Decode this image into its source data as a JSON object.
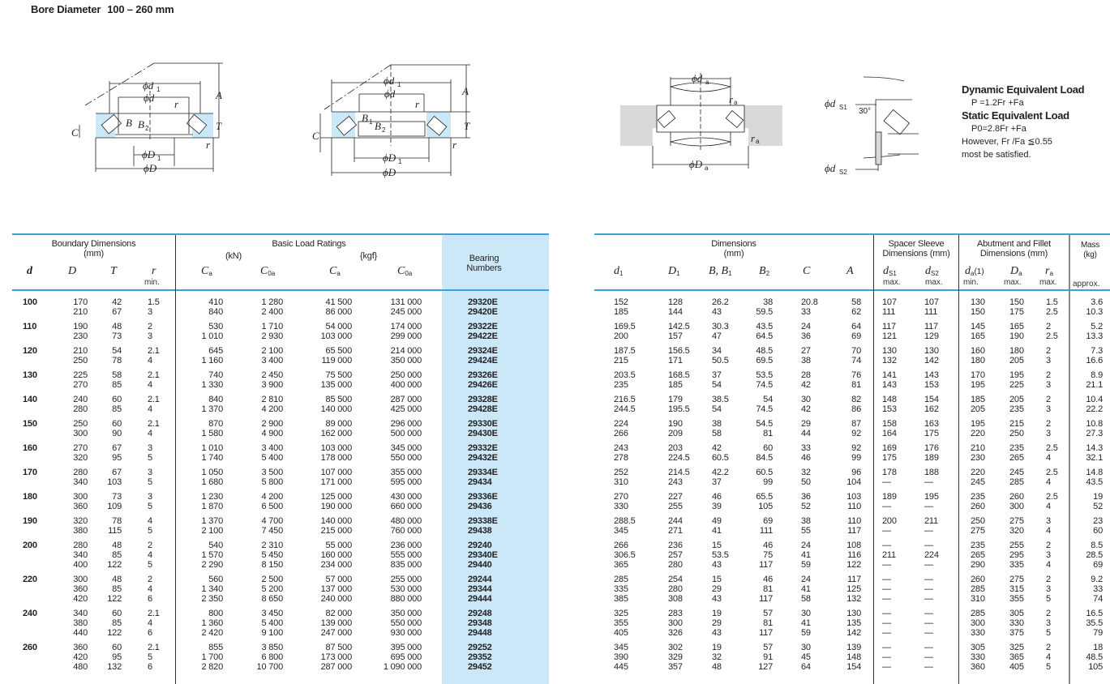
{
  "title": {
    "label": "Bore Diameter",
    "range": "100 – 260 mm"
  },
  "diagrams": {
    "d1": "ϕd",
    "d1_sub": "1",
    "d": "ϕd",
    "r": "r",
    "A": "A",
    "T": "T",
    "C": "C",
    "B": "B",
    "B2": "B",
    "B2_sub": "2",
    "B1": "B",
    "B1_sub": "1",
    "D1": "ϕD",
    "D1_sub": "1",
    "D": "ϕD",
    "da": "ϕd",
    "da_sub": "a",
    "ra": "r",
    "ra_sub": "a",
    "Da": "ϕD",
    "Da_sub": "a",
    "ds1": "ϕd",
    "ds1_sub": "S1",
    "ds2": "ϕd",
    "ds2_sub": "S2",
    "angle": "30°"
  },
  "formula": {
    "dynamic_title": "Dynamic Equivalent Load",
    "dynamic_eq": "P =1.2Fr +Fa",
    "static_title": "Static Equivalent Load",
    "static_eq": "P0=2.8Fr +Fa",
    "condition": "However, Fr /Fa ≦0.55",
    "condition2": "most be satisfied."
  },
  "left_header": {
    "boundary": "Boundary Dimensions",
    "boundary_unit": "(mm)",
    "ratings": "Basic Load Ratings",
    "kn": "(kN)",
    "kgf": "{kgf}",
    "bearing1": "Bearing",
    "bearing2": "Numbers",
    "d": "d",
    "D": "D",
    "T": "T",
    "r": "r",
    "r_note": "min.",
    "Ca": "C",
    "Ca_sub": "a",
    "C0a": "C",
    "C0a_sub": "0a"
  },
  "right_header": {
    "dims": "Dimensions",
    "dims_unit": "(mm)",
    "spacer1": "Spacer Sleeve",
    "spacer2": "Dimensions (mm)",
    "abut1": "Abutment and Fillet",
    "abut2": "Dimensions (mm)",
    "mass1": "Mass",
    "mass2": "(kg)",
    "d1": "d",
    "d1_sub": "1",
    "D1": "D",
    "D1_sub": "1",
    "BB1": "B, B",
    "BB1_sub": "1",
    "B2": "B",
    "B2_sub": "2",
    "C": "C",
    "A": "A",
    "ds1": "d",
    "ds1_sub": "S1",
    "ds2": "d",
    "ds2_sub": "S2",
    "da": "d",
    "da_sub": "a",
    "da_note": "(1)",
    "Da": "D",
    "Da_sub": "a",
    "ra": "r",
    "ra_sub": "a",
    "max": "max.",
    "min": "min.",
    "approx": "approx."
  },
  "groups": [
    {
      "d": "100",
      "rows": [
        [
          "170",
          "42",
          "1.5",
          "410",
          "1 280",
          "41 500",
          "131 000",
          "29320E",
          "152",
          "128",
          "26.2",
          "38",
          "20.8",
          "58",
          "107",
          "107",
          "130",
          "150",
          "1.5",
          "3.6"
        ],
        [
          "210",
          "67",
          "3",
          "840",
          "2 400",
          "86 000",
          "245 000",
          "29420E",
          "185",
          "144",
          "43",
          "59.5",
          "33",
          "62",
          "111",
          "111",
          "150",
          "175",
          "2.5",
          "10.3"
        ]
      ]
    },
    {
      "d": "110",
      "rows": [
        [
          "190",
          "48",
          "2",
          "530",
          "1 710",
          "54 000",
          "174 000",
          "29322E",
          "169.5",
          "142.5",
          "30.3",
          "43.5",
          "24",
          "64",
          "117",
          "117",
          "145",
          "165",
          "2",
          "5.2"
        ],
        [
          "230",
          "73",
          "3",
          "1 010",
          "2 930",
          "103 000",
          "299 000",
          "29422E",
          "200",
          "157",
          "47",
          "64.5",
          "36",
          "69",
          "121",
          "129",
          "165",
          "190",
          "2.5",
          "13.3"
        ]
      ]
    },
    {
      "d": "120",
      "rows": [
        [
          "210",
          "54",
          "2.1",
          "645",
          "2 100",
          "65 500",
          "214 000",
          "29324E",
          "187.5",
          "156.5",
          "34",
          "48.5",
          "27",
          "70",
          "130",
          "130",
          "160",
          "180",
          "2",
          "7.3"
        ],
        [
          "250",
          "78",
          "4",
          "1 160",
          "3 400",
          "119 000",
          "350 000",
          "29424E",
          "215",
          "171",
          "50.5",
          "69.5",
          "38",
          "74",
          "132",
          "142",
          "180",
          "205",
          "3",
          "16.6"
        ]
      ]
    },
    {
      "d": "130",
      "rows": [
        [
          "225",
          "58",
          "2.1",
          "740",
          "2 450",
          "75 500",
          "250 000",
          "29326E",
          "203.5",
          "168.5",
          "37",
          "53.5",
          "28",
          "76",
          "141",
          "143",
          "170",
          "195",
          "2",
          "8.9"
        ],
        [
          "270",
          "85",
          "4",
          "1 330",
          "3 900",
          "135 000",
          "400 000",
          "29426E",
          "235",
          "185",
          "54",
          "74.5",
          "42",
          "81",
          "143",
          "153",
          "195",
          "225",
          "3",
          "21.1"
        ]
      ]
    },
    {
      "d": "140",
      "rows": [
        [
          "240",
          "60",
          "2.1",
          "840",
          "2 810",
          "85 500",
          "287 000",
          "29328E",
          "216.5",
          "179",
          "38.5",
          "54",
          "30",
          "82",
          "148",
          "154",
          "185",
          "205",
          "2",
          "10.4"
        ],
        [
          "280",
          "85",
          "4",
          "1 370",
          "4 200",
          "140 000",
          "425 000",
          "29428E",
          "244.5",
          "195.5",
          "54",
          "74.5",
          "42",
          "86",
          "153",
          "162",
          "205",
          "235",
          "3",
          "22.2"
        ]
      ]
    },
    {
      "d": "150",
      "rows": [
        [
          "250",
          "60",
          "2.1",
          "870",
          "2 900",
          "89 000",
          "296 000",
          "29330E",
          "224",
          "190",
          "38",
          "54.5",
          "29",
          "87",
          "158",
          "163",
          "195",
          "215",
          "2",
          "10.8"
        ],
        [
          "300",
          "90",
          "4",
          "1 580",
          "4 900",
          "162 000",
          "500 000",
          "29430E",
          "266",
          "209",
          "58",
          "81",
          "44",
          "92",
          "164",
          "175",
          "220",
          "250",
          "3",
          "27.3"
        ]
      ]
    },
    {
      "d": "160",
      "rows": [
        [
          "270",
          "67",
          "3",
          "1 010",
          "3 400",
          "103 000",
          "345 000",
          "29332E",
          "243",
          "203",
          "42",
          "60",
          "33",
          "92",
          "169",
          "176",
          "210",
          "235",
          "2.5",
          "14.3"
        ],
        [
          "320",
          "95",
          "5",
          "1 740",
          "5 400",
          "178 000",
          "550 000",
          "29432E",
          "278",
          "224.5",
          "60.5",
          "84.5",
          "46",
          "99",
          "175",
          "189",
          "230",
          "265",
          "4",
          "32.1"
        ]
      ]
    },
    {
      "d": "170",
      "rows": [
        [
          "280",
          "67",
          "3",
          "1 050",
          "3 500",
          "107 000",
          "355 000",
          "29334E",
          "252",
          "214.5",
          "42.2",
          "60.5",
          "32",
          "96",
          "178",
          "188",
          "220",
          "245",
          "2.5",
          "14.8"
        ],
        [
          "340",
          "103",
          "5",
          "1 680",
          "5 800",
          "171 000",
          "595 000",
          "29434",
          "310",
          "243",
          "37",
          "99",
          "50",
          "104",
          "—",
          "—",
          "245",
          "285",
          "4",
          "43.5"
        ]
      ]
    },
    {
      "d": "180",
      "rows": [
        [
          "300",
          "73",
          "3",
          "1 230",
          "4 200",
          "125 000",
          "430 000",
          "29336E",
          "270",
          "227",
          "46",
          "65.5",
          "36",
          "103",
          "189",
          "195",
          "235",
          "260",
          "2.5",
          "19"
        ],
        [
          "360",
          "109",
          "5",
          "1 870",
          "6 500",
          "190 000",
          "660 000",
          "29436",
          "330",
          "255",
          "39",
          "105",
          "52",
          "110",
          "—",
          "—",
          "260",
          "300",
          "4",
          "52"
        ]
      ]
    },
    {
      "d": "190",
      "rows": [
        [
          "320",
          "78",
          "4",
          "1 370",
          "4 700",
          "140 000",
          "480 000",
          "29338E",
          "288.5",
          "244",
          "49",
          "69",
          "38",
          "110",
          "200",
          "211",
          "250",
          "275",
          "3",
          "23"
        ],
        [
          "380",
          "115",
          "5",
          "2 100",
          "7 450",
          "215 000",
          "760 000",
          "29438",
          "345",
          "271",
          "41",
          "111",
          "55",
          "117",
          "—",
          "—",
          "275",
          "320",
          "4",
          "60"
        ]
      ]
    },
    {
      "d": "200",
      "rows": [
        [
          "280",
          "48",
          "2",
          "540",
          "2 310",
          "55 000",
          "236 000",
          "29240",
          "266",
          "236",
          "15",
          "46",
          "24",
          "108",
          "—",
          "—",
          "235",
          "255",
          "2",
          "8.5"
        ],
        [
          "340",
          "85",
          "4",
          "1 570",
          "5 450",
          "160 000",
          "555 000",
          "29340E",
          "306.5",
          "257",
          "53.5",
          "75",
          "41",
          "116",
          "211",
          "224",
          "265",
          "295",
          "3",
          "28.5"
        ],
        [
          "400",
          "122",
          "5",
          "2 290",
          "8 150",
          "234 000",
          "835 000",
          "29440",
          "365",
          "280",
          "43",
          "117",
          "59",
          "122",
          "—",
          "—",
          "290",
          "335",
          "4",
          "69"
        ]
      ]
    },
    {
      "d": "220",
      "rows": [
        [
          "300",
          "48",
          "2",
          "560",
          "2 500",
          "57 000",
          "255 000",
          "29244",
          "285",
          "254",
          "15",
          "46",
          "24",
          "117",
          "—",
          "—",
          "260",
          "275",
          "2",
          "9.2"
        ],
        [
          "360",
          "85",
          "4",
          "1 340",
          "5 200",
          "137 000",
          "530 000",
          "29344",
          "335",
          "280",
          "29",
          "81",
          "41",
          "125",
          "—",
          "—",
          "285",
          "315",
          "3",
          "33"
        ],
        [
          "420",
          "122",
          "6",
          "2 350",
          "8 650",
          "240 000",
          "880 000",
          "29444",
          "385",
          "308",
          "43",
          "117",
          "58",
          "132",
          "—",
          "—",
          "310",
          "355",
          "5",
          "74"
        ]
      ]
    },
    {
      "d": "240",
      "rows": [
        [
          "340",
          "60",
          "2.1",
          "800",
          "3 450",
          "82 000",
          "350 000",
          "29248",
          "325",
          "283",
          "19",
          "57",
          "30",
          "130",
          "—",
          "—",
          "285",
          "305",
          "2",
          "16.5"
        ],
        [
          "380",
          "85",
          "4",
          "1 360",
          "5 400",
          "139 000",
          "550 000",
          "29348",
          "355",
          "300",
          "29",
          "81",
          "41",
          "135",
          "—",
          "—",
          "300",
          "330",
          "3",
          "35.5"
        ],
        [
          "440",
          "122",
          "6",
          "2 420",
          "9 100",
          "247 000",
          "930 000",
          "29448",
          "405",
          "326",
          "43",
          "117",
          "59",
          "142",
          "—",
          "—",
          "330",
          "375",
          "5",
          "79"
        ]
      ]
    },
    {
      "d": "260",
      "rows": [
        [
          "360",
          "60",
          "2.1",
          "855",
          "3 850",
          "87 500",
          "395 000",
          "29252",
          "345",
          "302",
          "19",
          "57",
          "30",
          "139",
          "—",
          "—",
          "305",
          "325",
          "2",
          "18"
        ],
        [
          "420",
          "95",
          "5",
          "1 700",
          "6 800",
          "173 000",
          "695 000",
          "29352",
          "390",
          "329",
          "32",
          "91",
          "45",
          "148",
          "—",
          "—",
          "330",
          "365",
          "4",
          "48.5"
        ],
        [
          "480",
          "132",
          "6",
          "2 820",
          "10 700",
          "287 000",
          "1 090 000",
          "29452",
          "445",
          "357",
          "48",
          "127",
          "64",
          "154",
          "—",
          "—",
          "360",
          "405",
          "5",
          "105"
        ]
      ]
    }
  ]
}
